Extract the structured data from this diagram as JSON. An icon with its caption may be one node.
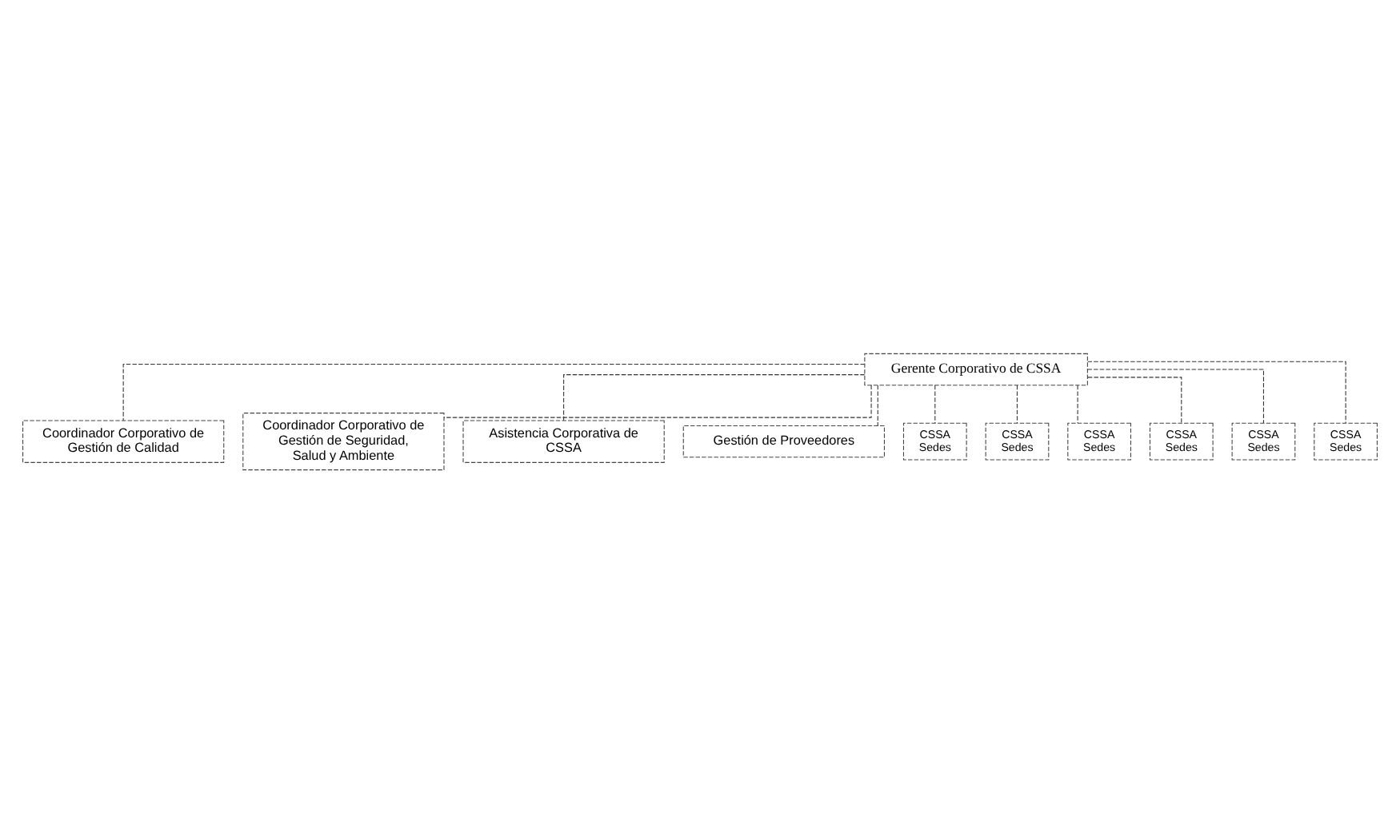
{
  "diagram": {
    "nodes": [
      {
        "text": [
          "Gerente Corporativo de CSSA"
        ]
      },
      {
        "text": [
          "Coordinador Corporativo de Gestión de Calidad"
        ]
      },
      {
        "text": [
          "Coordinador Corporativo de Gestión de Seguridad, Salud y Ambiente"
        ]
      },
      {
        "text": [
          "Asistencia Corporativa de CSSA"
        ]
      },
      {
        "text": [
          "Gestión de Proveedores"
        ]
      },
      {
        "text": [
          "CSSA Sedes"
        ]
      },
      {
        "text": [
          "CSSA Sedes"
        ]
      },
      {
        "text": [
          "CSSA Sedes"
        ]
      },
      {
        "text": [
          "CSSA Sedes"
        ]
      },
      {
        "text": [
          "CSSA Sedes"
        ]
      },
      {
        "text": [
          "CSSA Sedes"
        ]
      }
    ],
    "edges": [
      {
        "from": 0,
        "to": 1,
        "arrow": "none",
        "style": "dashed"
      },
      {
        "from": 0,
        "to": 2,
        "arrow": "none",
        "style": "dashed"
      },
      {
        "from": 0,
        "to": 3,
        "arrow": "none",
        "style": "dashed"
      },
      {
        "from": 0,
        "to": 4,
        "arrow": "none",
        "style": "dashed"
      },
      {
        "from": 0,
        "to": 5,
        "arrow": "none",
        "style": "dashed"
      },
      {
        "from": 0,
        "to": 6,
        "arrow": "none",
        "style": "dashed"
      },
      {
        "from": 0,
        "to": 7,
        "arrow": "none",
        "style": "dashed"
      },
      {
        "from": 0,
        "to": 8,
        "arrow": "none",
        "style": "dashed"
      },
      {
        "from": 0,
        "to": 9,
        "arrow": "none",
        "style": "dashed"
      },
      {
        "from": 0,
        "to": 10,
        "arrow": "none",
        "style": "dashed"
      }
    ]
  }
}
